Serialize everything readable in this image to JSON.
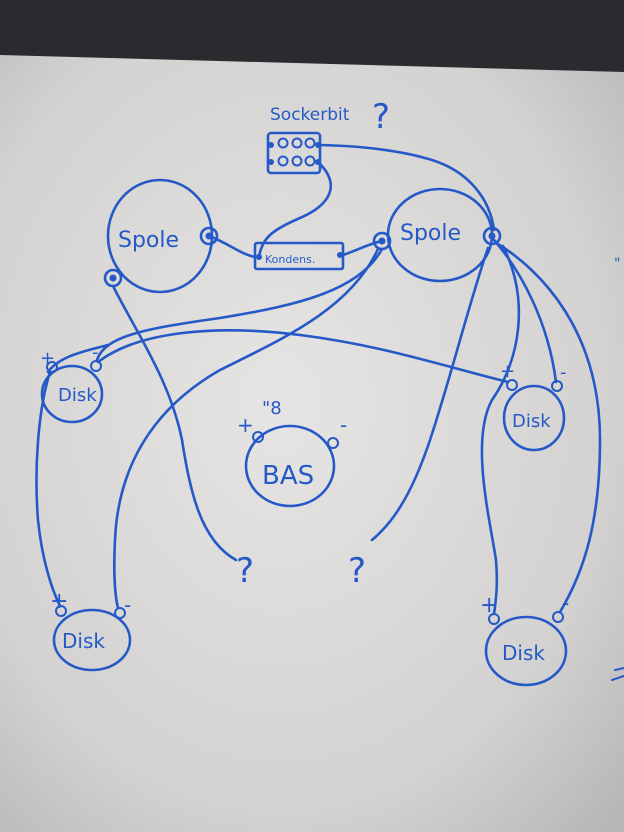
{
  "diagram": {
    "top_label": "Sockerbit",
    "left_coil": "Spole",
    "right_coil": "Spole",
    "capacitor": "Kondens.",
    "bass": "BAS",
    "bass_ohm": "\"8",
    "disk_top_left": "Disk",
    "disk_top_right": "Disk",
    "disk_bottom_left": "Disk",
    "disk_bottom_right": "Disk",
    "plus": "+",
    "minus": "-",
    "question": "?",
    "edge_mark": "\""
  }
}
